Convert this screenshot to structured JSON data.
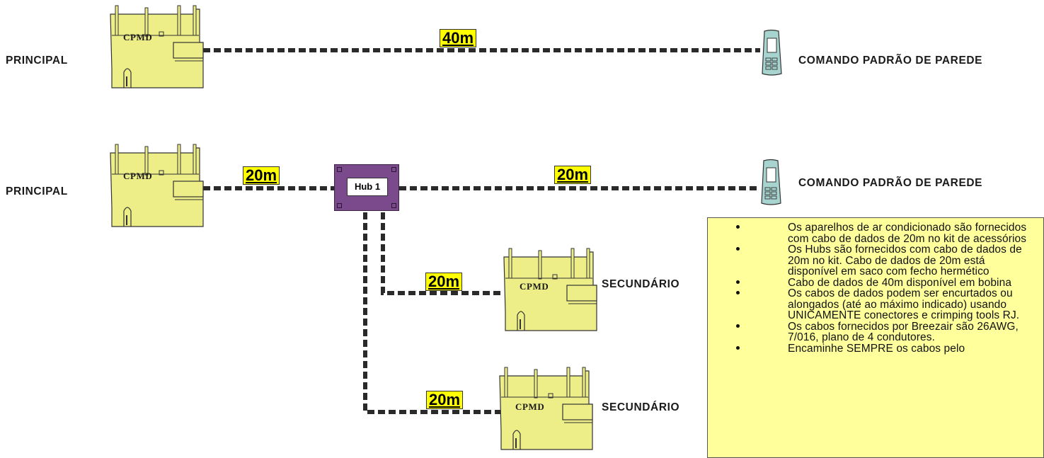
{
  "rows": {
    "row1": {
      "left_label": "PRINCIPAL",
      "unit_label": "CPMD",
      "distance": "40m",
      "right_label": "COMANDO PADRÃO DE PAREDE"
    },
    "row2": {
      "left_label": "PRINCIPAL",
      "unit_label": "CPMD",
      "distance_left": "20m",
      "hub_label": "Hub 1",
      "distance_right": "20m",
      "right_label": "COMANDO PADRÃO DE PAREDE"
    },
    "secondary1": {
      "distance": "20m",
      "unit_label": "CPMD",
      "label": "SECUNDÁRIO"
    },
    "secondary2": {
      "distance": "20m",
      "unit_label": "CPMD",
      "label": "SECUNDÁRIO"
    }
  },
  "notes": [
    "Os aparelhos de ar condicionado são fornecidos com cabo de dados de 20m no kit de acessórios",
    "Os Hubs são fornecidos com cabo de dados de 20m no kit. Cabo de dados de 20m está disponível em saco com fecho hermético",
    "Cabo de dados de 40m disponível em bobina",
    "Os cabos de dados podem ser encurtados ou alongados (até ao máximo indicado) usando UNICAMENTE conectores e crimping tools RJ.",
    "Os cabos fornecidos por Breezair são 26AWG, 7/016, plano de 4 condutores.",
    "Encaminhe SEMPRE os cabos pelo"
  ],
  "colors": {
    "unit_fill": "#eeee88",
    "hub_fill": "#7b4a8c",
    "remote_fill": "#a8d4d0",
    "label_highlight": "#ffff00",
    "notes_fill": "#ffff9c"
  },
  "icons": {
    "unit": "evaporative-cooler-icon",
    "remote": "wall-controller-icon"
  }
}
